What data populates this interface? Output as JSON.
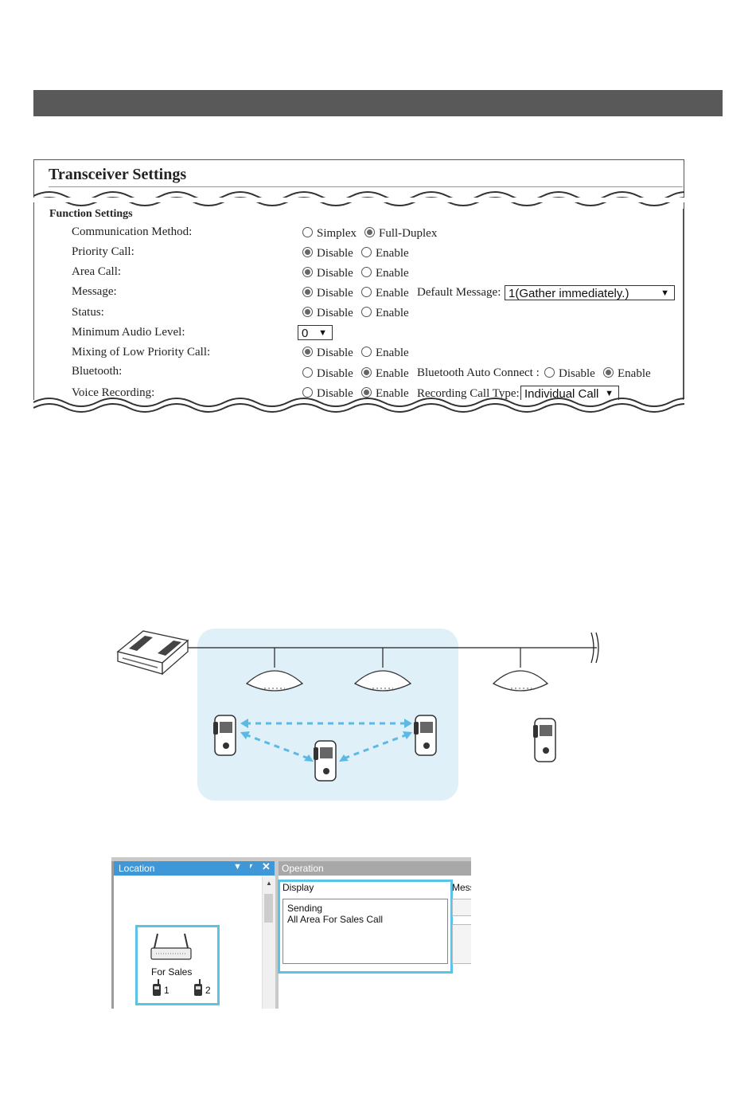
{
  "settings": {
    "title": "Transceiver Settings",
    "section": "Function Settings",
    "rows": [
      {
        "label": "Communication Method:",
        "options": [
          {
            "text": "Simplex",
            "selected": false
          },
          {
            "text": "Full-Duplex",
            "selected": true
          }
        ]
      },
      {
        "label": "Priority Call:",
        "options": [
          {
            "text": "Disable",
            "selected": true
          },
          {
            "text": "Enable",
            "selected": false
          }
        ]
      },
      {
        "label": "Area Call:",
        "options": [
          {
            "text": "Disable",
            "selected": true
          },
          {
            "text": "Enable",
            "selected": false
          }
        ]
      },
      {
        "label": "Message:",
        "options": [
          {
            "text": "Disable",
            "selected": true
          },
          {
            "text": "Enable",
            "selected": false
          }
        ],
        "extra_label": "Default Message:",
        "extra_select": "1(Gather immediately.)"
      },
      {
        "label": "Status:",
        "options": [
          {
            "text": "Disable",
            "selected": true
          },
          {
            "text": "Enable",
            "selected": false
          }
        ]
      },
      {
        "label": "Minimum Audio Level:",
        "select": "0"
      },
      {
        "label": "Mixing of Low Priority Call:",
        "options": [
          {
            "text": "Disable",
            "selected": true
          },
          {
            "text": "Enable",
            "selected": false
          }
        ]
      },
      {
        "label": "Bluetooth:",
        "options": [
          {
            "text": "Disable",
            "selected": false
          },
          {
            "text": "Enable",
            "selected": true
          }
        ],
        "extra_label": "Bluetooth Auto Connect :",
        "extra_options": [
          {
            "text": "Disable",
            "selected": false
          },
          {
            "text": "Enable",
            "selected": true
          }
        ]
      },
      {
        "label": "Voice Recording:",
        "options": [
          {
            "text": "Disable",
            "selected": false
          },
          {
            "text": "Enable",
            "selected": true
          }
        ],
        "extra_label": "Recording Call Type:",
        "extra_select": "Individual Call"
      }
    ]
  },
  "software": {
    "location_title": "Location",
    "operation_title": "Operation",
    "display_label": "Display",
    "message_label_clipped": "Mess",
    "display_line1": "Sending",
    "display_line2": "All Area For Sales Call",
    "group_name": "For Sales",
    "radio1": "1",
    "radio2": "2"
  },
  "colors": {
    "header_bar": "#595959",
    "zone_fill": "#dff0f9",
    "highlight": "#5bc3e6",
    "location_title": "#3e97d6"
  }
}
